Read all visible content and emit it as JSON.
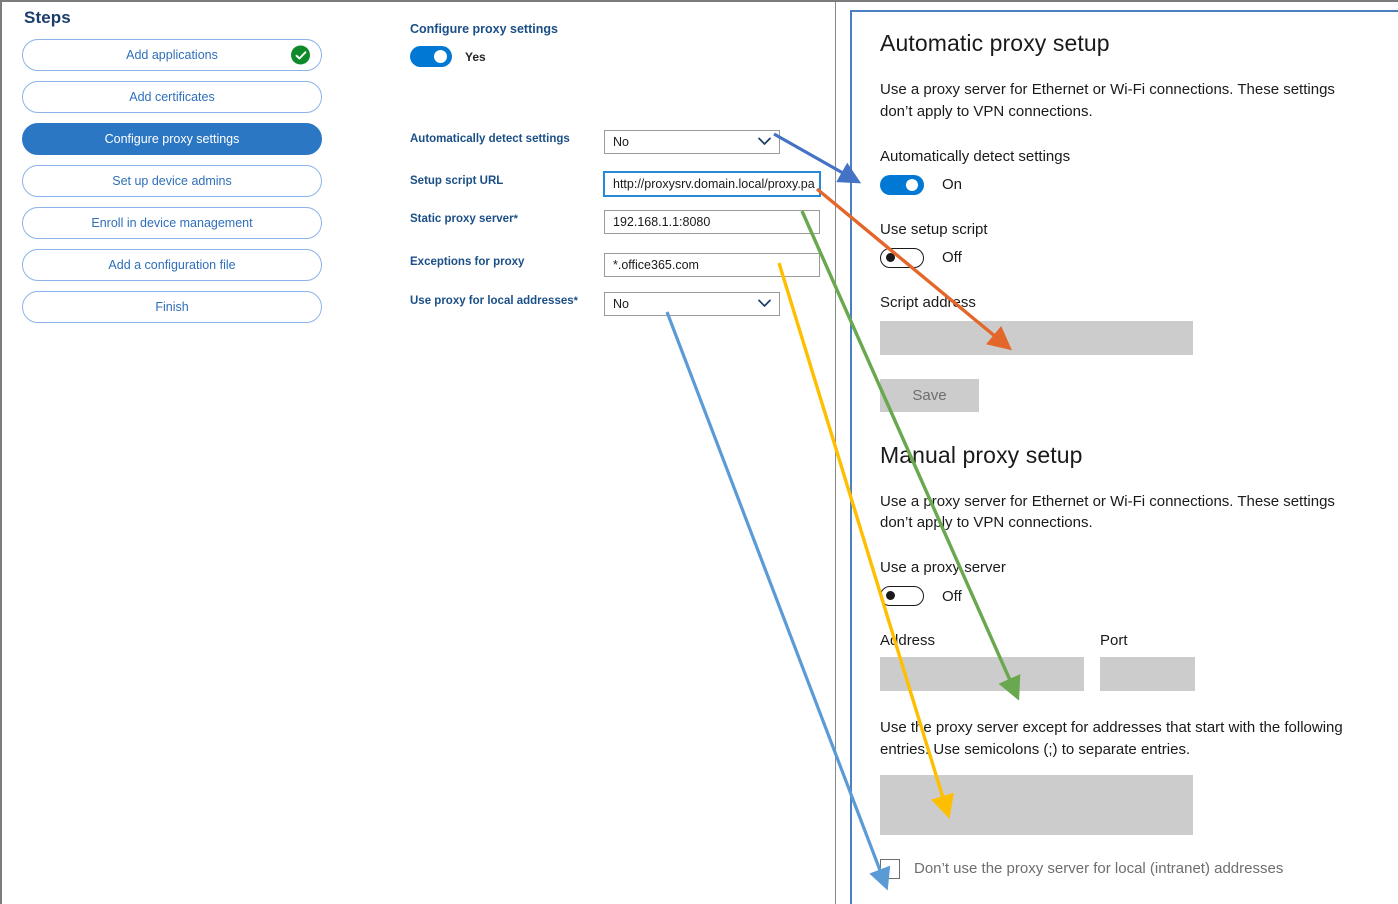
{
  "steps": {
    "title": "Steps",
    "items": [
      {
        "label": "Add applications",
        "state": "completed",
        "icon": "check-circle-icon"
      },
      {
        "label": "Add certificates",
        "state": "default"
      },
      {
        "label": "Configure proxy settings",
        "state": "active"
      },
      {
        "label": "Set up device admins",
        "state": "default"
      },
      {
        "label": "Enroll in device management",
        "state": "default"
      },
      {
        "label": "Add a configuration file",
        "state": "default"
      },
      {
        "label": "Finish",
        "state": "default"
      }
    ]
  },
  "form": {
    "heading": "Configure proxy settings",
    "master_toggle": {
      "value": "Yes",
      "state": "on"
    },
    "fields": [
      {
        "label": "Automatically detect settings",
        "required": false,
        "control": "select",
        "value": "No"
      },
      {
        "label": "Setup script URL",
        "required": false,
        "control": "text",
        "value": "http://proxysrv.domain.local/proxy.pa",
        "focused": true
      },
      {
        "label": "Static proxy server",
        "required": true,
        "control": "text",
        "value": "192.168.1.1:8080"
      },
      {
        "label": "Exceptions for proxy",
        "required": true,
        "control": "text",
        "value": "*.office365.com"
      },
      {
        "label": "Use proxy for local addresses",
        "required": true,
        "control": "select",
        "value": "No"
      }
    ]
  },
  "windows_settings": {
    "automatic": {
      "heading": "Automatic proxy setup",
      "description": "Use a proxy server for Ethernet or Wi-Fi connections. These settings don’t apply to VPN connections.",
      "auto_detect_label": "Automatically detect settings",
      "auto_detect_value": "On",
      "use_script_label": "Use setup script",
      "use_script_value": "Off",
      "script_address_label": "Script address",
      "script_address_value": "",
      "save_label": "Save"
    },
    "manual": {
      "heading": "Manual proxy setup",
      "description": "Use a proxy server for Ethernet or Wi-Fi connections. These settings don’t apply to VPN connections.",
      "use_proxy_label": "Use a proxy server",
      "use_proxy_value": "Off",
      "address_label": "Address",
      "address_value": "",
      "port_label": "Port",
      "port_value": "",
      "exceptions_description": "Use the proxy server except for addresses that start with the following entries. Use semicolons (;) to separate entries.",
      "exceptions_value": "",
      "bypass_local_label": "Don’t use the proxy server for local (intranet) addresses"
    }
  },
  "annotations": {
    "colors": {
      "blue": "#4472c4",
      "orange": "#e3672a",
      "green": "#6aa84f",
      "yellow": "#ffbf00",
      "light_blue": "#5b9bd5",
      "step_active": "#2b77c4",
      "toggle_on": "#0078d4",
      "check_green": "#0f8a2b"
    },
    "mappings": [
      {
        "color": "blue",
        "from": "Automatically detect settings",
        "to": "Automatically detect settings toggle"
      },
      {
        "color": "orange",
        "from": "Setup script URL",
        "to": "Script address"
      },
      {
        "color": "green",
        "from": "Static proxy server",
        "to": "Address"
      },
      {
        "color": "yellow",
        "from": "Exceptions for proxy",
        "to": "Exceptions box"
      },
      {
        "color": "light_blue",
        "from": "Use proxy for local addresses",
        "to": "Don’t use the proxy server for local (intranet) addresses"
      }
    ]
  }
}
